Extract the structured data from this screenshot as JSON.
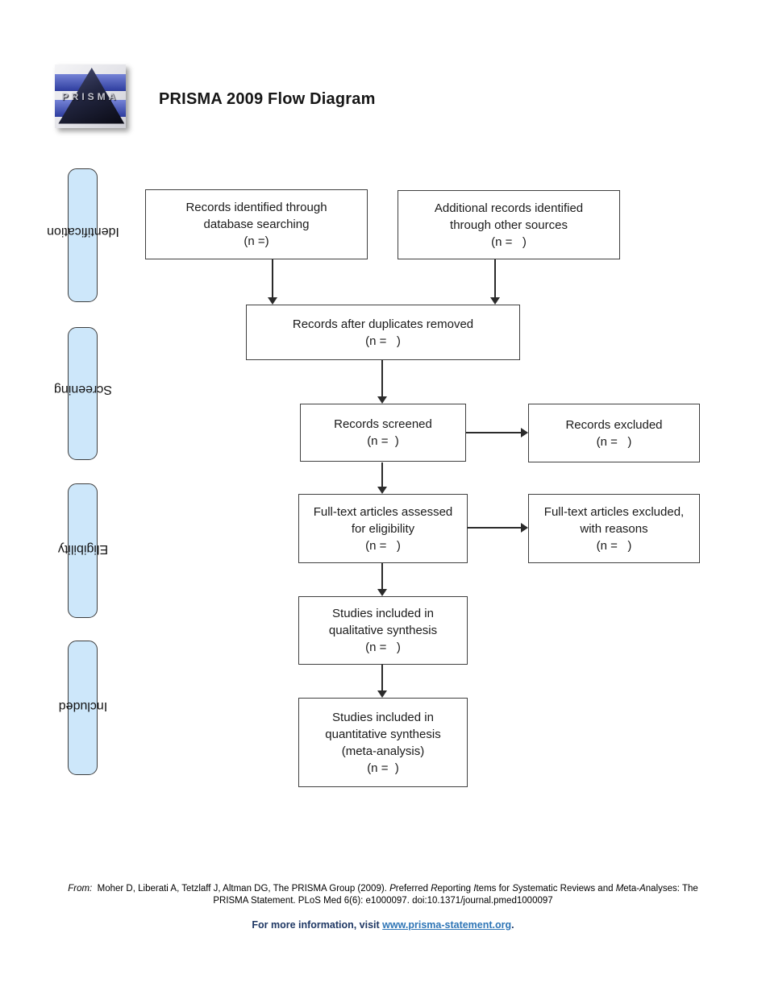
{
  "header": {
    "logo_text": "PRISMA",
    "title": "PRISMA 2009 Flow Diagram"
  },
  "stages": [
    {
      "label": "Identification"
    },
    {
      "label": "Screening"
    },
    {
      "label": "Eligibility"
    },
    {
      "label": "Included"
    }
  ],
  "flow": {
    "identified_db": "Records identified through\ndatabase searching\n(n =)",
    "identified_other": "Additional records identified\nthrough other sources\n(n =   )",
    "after_duplicates": "Records after duplicates removed\n(n =   )",
    "screened": "Records screened\n(n =  )",
    "records_excluded": "Records excluded\n(n =   )",
    "fulltext_assessed": "Full-text articles assessed\nfor eligibility\n(n =   )",
    "fulltext_excluded": "Full-text articles excluded,\nwith reasons\n(n =   )",
    "qualitative": "Studies included in\nqualitative synthesis\n(n =   )",
    "quantitative": "Studies included in\nquantitative synthesis\n(meta-analysis)\n(n =  )"
  },
  "citation": {
    "segments": [
      {
        "t": "From:",
        "i": true
      },
      {
        "t": "  Moher D, Liberati A, Tetzlaff J, Altman DG, The PRISMA Group (2009). ",
        "i": false
      },
      {
        "t": "P",
        "i": true
      },
      {
        "t": "referred ",
        "i": false
      },
      {
        "t": "R",
        "i": true
      },
      {
        "t": "eporting ",
        "i": false
      },
      {
        "t": "I",
        "i": true
      },
      {
        "t": "tems for ",
        "i": false
      },
      {
        "t": "S",
        "i": true
      },
      {
        "t": "ystematic Reviews and ",
        "i": false
      },
      {
        "t": "M",
        "i": true
      },
      {
        "t": "eta-",
        "i": false
      },
      {
        "t": "A",
        "i": true
      },
      {
        "t": "nalyses: The PRISMA Statement. PLoS Med 6(6): e1000097. doi:10.1371/journal.pmed1000097",
        "i": false
      }
    ]
  },
  "info": {
    "prefix": "For more information, visit ",
    "link": "www.prisma-statement.org",
    "suffix": "."
  },
  "colors": {
    "stage-fill": "#cde7fa",
    "stage-border": "#3d3d3d",
    "box-border": "#3f3f3f",
    "arrow": "#2b2b2b",
    "info-text": "#1F3864",
    "link-blue": "#2E75B6",
    "logo-blue-a": "#7583d6",
    "logo-blue-b": "#2d3c9e"
  }
}
